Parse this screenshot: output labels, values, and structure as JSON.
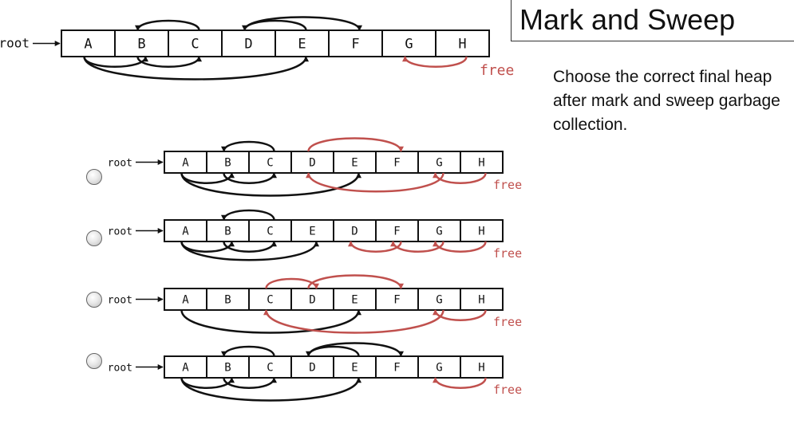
{
  "title": "Mark and Sweep",
  "question": "Choose the correct final heap after mark and sweep garbage collection.",
  "colors": {
    "ink": "#111111",
    "free": "#c0504d"
  },
  "heap": {
    "root_label": "root",
    "free_label": "free",
    "cells": [
      "A",
      "B",
      "C",
      "D",
      "E",
      "F",
      "G",
      "H"
    ],
    "pointers": [
      [
        "A",
        "B"
      ],
      [
        "A",
        "E"
      ],
      [
        "B",
        "C"
      ],
      [
        "C",
        "B"
      ],
      [
        "D",
        "F"
      ],
      [
        "E",
        "D"
      ]
    ],
    "free_list": [
      [
        "H",
        "G"
      ]
    ]
  },
  "options": [
    {
      "root_label": "root",
      "free_label": "free",
      "cells": [
        "A",
        "B",
        "C",
        "D",
        "E",
        "F",
        "G",
        "H"
      ],
      "pointers": [
        [
          "A",
          "B"
        ],
        [
          "A",
          "E"
        ],
        [
          "B",
          "C"
        ],
        [
          "C",
          "B"
        ]
      ],
      "free_list": [
        [
          "H",
          "G"
        ],
        [
          "G",
          "D"
        ],
        [
          "D",
          "F"
        ]
      ]
    },
    {
      "root_label": "root",
      "free_label": "free",
      "cells": [
        "A",
        "B",
        "C",
        "E",
        "D",
        "F",
        "G",
        "H"
      ],
      "pointers": [
        [
          "A",
          "B"
        ],
        [
          "A",
          "E"
        ],
        [
          "B",
          "C"
        ],
        [
          "C",
          "B"
        ]
      ],
      "free_list": [
        [
          "H",
          "G"
        ],
        [
          "G",
          "F"
        ],
        [
          "F",
          "D"
        ]
      ]
    },
    {
      "root_label": "root",
      "free_label": "free",
      "cells": [
        "A",
        "B",
        "C",
        "D",
        "E",
        "F",
        "G",
        "H"
      ],
      "pointers": [
        [
          "A",
          "E"
        ]
      ],
      "free_list": [
        [
          "H",
          "G"
        ],
        [
          "G",
          "C"
        ],
        [
          "C",
          "D"
        ],
        [
          "D",
          "F"
        ]
      ]
    },
    {
      "root_label": "root",
      "free_label": "free",
      "cells": [
        "A",
        "B",
        "C",
        "D",
        "E",
        "F",
        "G",
        "H"
      ],
      "pointers": [
        [
          "A",
          "B"
        ],
        [
          "A",
          "E"
        ],
        [
          "B",
          "C"
        ],
        [
          "C",
          "B"
        ],
        [
          "D",
          "F"
        ],
        [
          "E",
          "D"
        ]
      ],
      "free_list": [
        [
          "H",
          "G"
        ]
      ]
    }
  ]
}
